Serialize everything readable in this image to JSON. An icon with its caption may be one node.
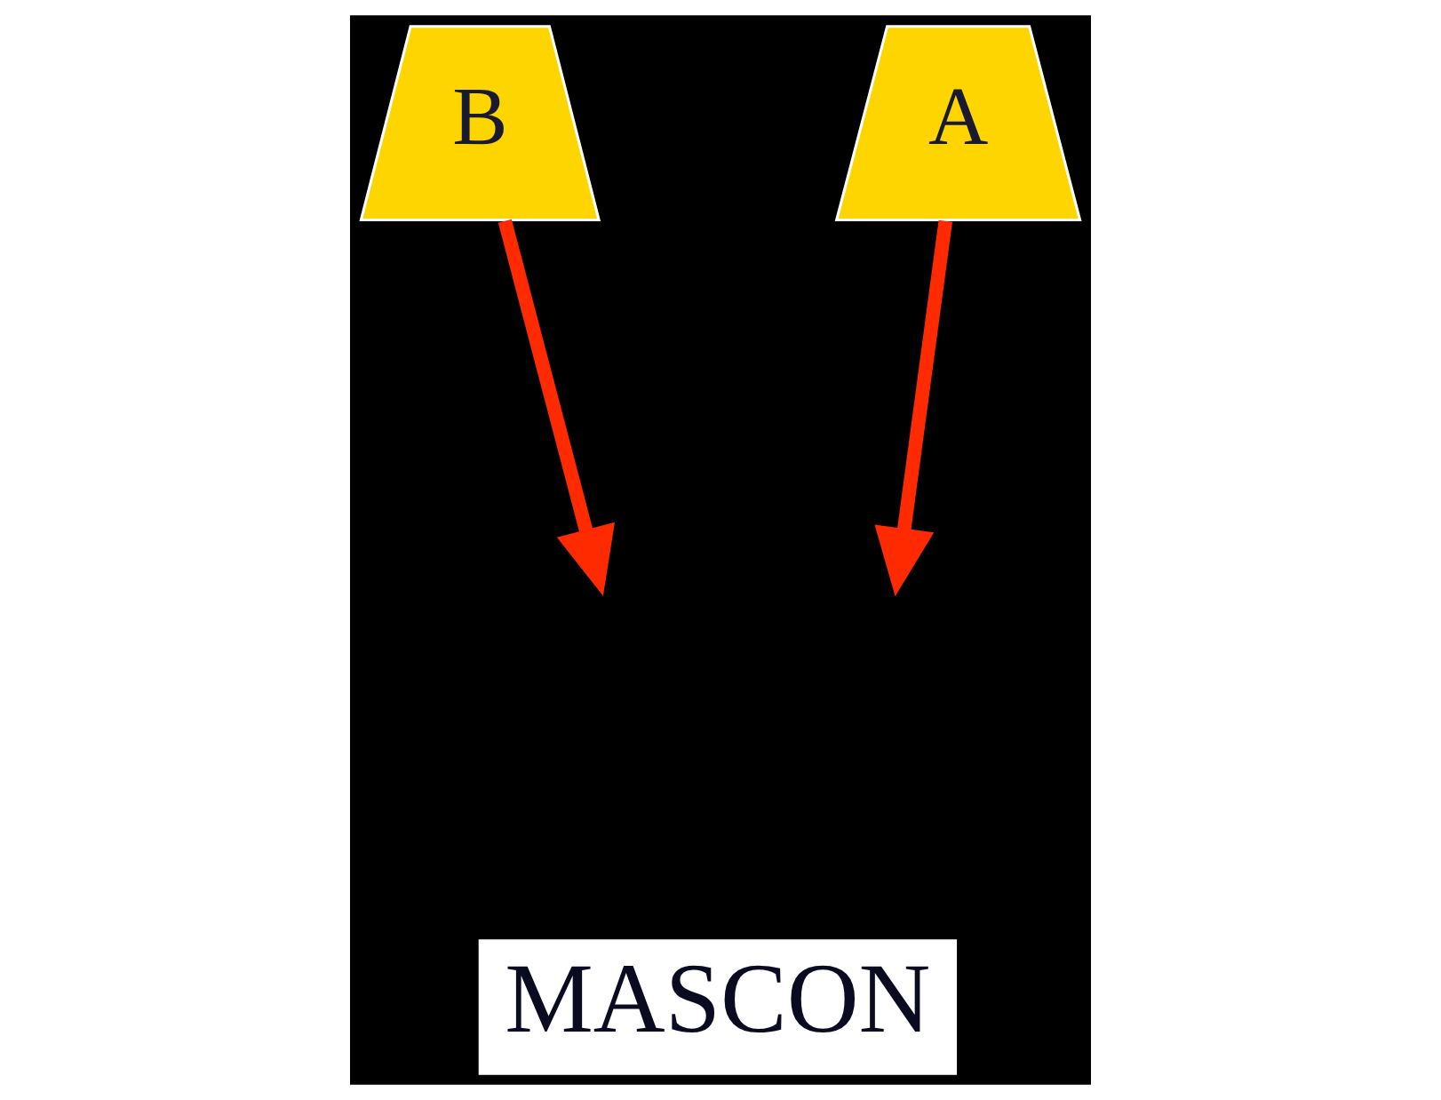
{
  "diagram": {
    "nodes": [
      {
        "text": [
          "B"
        ]
      },
      {
        "text": [
          "A"
        ]
      },
      {
        "text": [
          "MASCON"
        ]
      }
    ],
    "edges": [
      {
        "from": 0,
        "to": null,
        "arrow": "to"
      },
      {
        "from": 1,
        "to": null,
        "arrow": "to"
      }
    ]
  }
}
